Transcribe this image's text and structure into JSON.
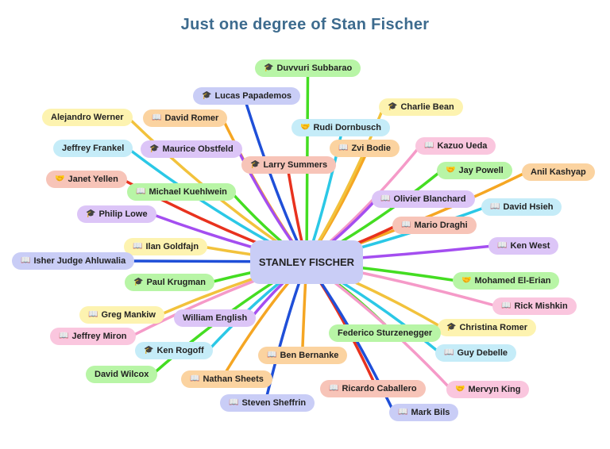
{
  "title": "Just one degree of Stan Fischer",
  "center": {
    "name": "STANLEY FISCHER"
  },
  "icons": {
    "cap": "graduation-cap-icon",
    "book": "book-icon",
    "hand": "handshake-icon"
  },
  "palette": {
    "green": {
      "fill": "#b8f5a6",
      "edge": "#44dd22"
    },
    "lavender": {
      "fill": "#c9cdf6",
      "edge": "#1f4fd8"
    },
    "yellow": {
      "fill": "#fdf3b0",
      "edge": "#f2c23c"
    },
    "orange": {
      "fill": "#fbd3a0",
      "edge": "#f5a623"
    },
    "cyan": {
      "fill": "#c5ecf8",
      "edge": "#2bc8e6"
    },
    "purple": {
      "fill": "#dcc5f7",
      "edge": "#a44ef0"
    },
    "salmon": {
      "fill": "#f7c4b8",
      "edge": "#e8321e"
    },
    "pink": {
      "fill": "#fac6de",
      "edge": "#f59ac8"
    }
  },
  "nodes": [
    {
      "name": "Duvvuri Subbarao",
      "icon": "cap",
      "color": "green"
    },
    {
      "name": "Lucas Papademos",
      "icon": "cap",
      "color": "lavender"
    },
    {
      "name": "Alejandro Werner",
      "icon": "",
      "color": "yellow"
    },
    {
      "name": "David Romer",
      "icon": "book",
      "color": "orange"
    },
    {
      "name": "Jeffrey Frankel",
      "icon": "",
      "color": "cyan"
    },
    {
      "name": "Maurice Obstfeld",
      "icon": "cap",
      "color": "purple"
    },
    {
      "name": "Larry Summers",
      "icon": "cap",
      "color": "salmon"
    },
    {
      "name": "Rudi Dornbusch",
      "icon": "hand",
      "color": "cyan"
    },
    {
      "name": "Zvi Bodie",
      "icon": "book",
      "color": "orange"
    },
    {
      "name": "Charlie Bean",
      "icon": "cap",
      "color": "yellow"
    },
    {
      "name": "Kazuo Ueda",
      "icon": "book",
      "color": "pink"
    },
    {
      "name": "Jay Powell",
      "icon": "hand",
      "color": "green"
    },
    {
      "name": "Anil Kashyap",
      "icon": "",
      "color": "orange"
    },
    {
      "name": "Olivier Blanchard",
      "icon": "book",
      "color": "purple"
    },
    {
      "name": "David Hsieh",
      "icon": "book",
      "color": "cyan"
    },
    {
      "name": "Mario Draghi",
      "icon": "book",
      "color": "salmon"
    },
    {
      "name": "Janet Yellen",
      "icon": "hand",
      "color": "salmon"
    },
    {
      "name": "Michael Kuehlwein",
      "icon": "book",
      "color": "green"
    },
    {
      "name": "Philip Lowe",
      "icon": "cap",
      "color": "purple"
    },
    {
      "name": "Ilan Goldfajn",
      "icon": "book",
      "color": "yellow"
    },
    {
      "name": "Isher Judge Ahluwalia",
      "icon": "book",
      "color": "lavender"
    },
    {
      "name": "Paul Krugman",
      "icon": "cap",
      "color": "green"
    },
    {
      "name": "Greg Mankiw",
      "icon": "book",
      "color": "yellow"
    },
    {
      "name": "William English",
      "icon": "",
      "color": "purple"
    },
    {
      "name": "Jeffrey Miron",
      "icon": "book",
      "color": "pink"
    },
    {
      "name": "Ken Rogoff",
      "icon": "cap",
      "color": "cyan"
    },
    {
      "name": "David Wilcox",
      "icon": "",
      "color": "green"
    },
    {
      "name": "Nathan Sheets",
      "icon": "book",
      "color": "orange"
    },
    {
      "name": "Ben Bernanke",
      "icon": "book",
      "color": "orange"
    },
    {
      "name": "Steven Sheffrin",
      "icon": "book",
      "color": "lavender"
    },
    {
      "name": "Ken West",
      "icon": "book",
      "color": "purple"
    },
    {
      "name": "Mohamed El-Erian",
      "icon": "hand",
      "color": "green"
    },
    {
      "name": "Rick Mishkin",
      "icon": "book",
      "color": "pink"
    },
    {
      "name": "Christina Romer",
      "icon": "cap",
      "color": "yellow"
    },
    {
      "name": "Federico Sturzenegger",
      "icon": "",
      "color": "green"
    },
    {
      "name": "Guy Debelle",
      "icon": "book",
      "color": "cyan"
    },
    {
      "name": "Ricardo Caballero",
      "icon": "book",
      "color": "salmon"
    },
    {
      "name": "Mervyn King",
      "icon": "hand",
      "color": "pink"
    },
    {
      "name": "Mark Bils",
      "icon": "book",
      "color": "lavender"
    }
  ]
}
